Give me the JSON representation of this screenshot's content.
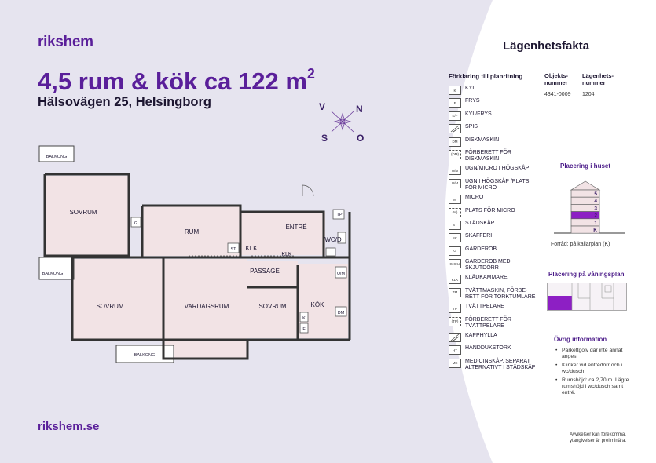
{
  "brand": {
    "logo": "rikshem",
    "website": "rikshem.se"
  },
  "header": {
    "title": "4,5 rum & kök ca 122 m",
    "title_sup": "2",
    "address": "Hälsovägen 25, Helsingborg"
  },
  "compass": {
    "north": "N",
    "south": "S",
    "east": "O",
    "west": "V"
  },
  "floorplan": {
    "rooms": {
      "balkong_top": "BALKONG",
      "sovrum_nw": "SOVRUM",
      "g_nw": "G",
      "rum": "RUM",
      "entre": "ENTRÉ",
      "tp": "TP",
      "wcd": "WC/D",
      "st": "ST",
      "klk_1": "KLK",
      "klk_2": "KLK",
      "um": "U/M",
      "passage": "PASSAGE",
      "balkong_mid": "BALKONG",
      "sovrum_sw": "SOVRUM",
      "vardagsrum": "VARDAGSRUM",
      "sovrum_s": "SOVRUM",
      "kok": "KÖK",
      "k": "K",
      "f": "F",
      "dm": "DM",
      "balkong_bottom": "BALKONG"
    }
  },
  "facts": {
    "title": "Lägenhetsfakta",
    "legend_title": "Förklaring till planritning",
    "legend": [
      {
        "code": "K",
        "label": "KYL",
        "dashed": false
      },
      {
        "code": "F",
        "label": "FRYS",
        "dashed": false
      },
      {
        "code": "K/F",
        "label": "KYL/FRYS",
        "dashed": false
      },
      {
        "code": "",
        "label": "SPIS",
        "dashed": false
      },
      {
        "code": "DM",
        "label": "DISKMASKIN",
        "dashed": false
      },
      {
        "code": "(DM)",
        "label": "FÖRBERETT FÖR DISKMASKIN",
        "dashed": true
      },
      {
        "code": "U/M",
        "label": "UGN/MICRO I HÖGSKÅP",
        "dashed": false
      },
      {
        "code": "U/M",
        "label": "UGN I HÖGSKÅP /PLATS FÖR MICRO",
        "dashed": false
      },
      {
        "code": "M",
        "label": "MICRO",
        "dashed": false
      },
      {
        "code": "(M)",
        "label": "PLATS FÖR MICRO",
        "dashed": true
      },
      {
        "code": "ST",
        "label": "STÄDSKÅP",
        "dashed": false
      },
      {
        "code": "SK",
        "label": "SKAFFERI",
        "dashed": false
      },
      {
        "code": "G",
        "label": "GARDEROB",
        "dashed": false
      },
      {
        "code": "G-SKJ",
        "label": "GARDEROB MED SKJUTDÖRR",
        "dashed": false
      },
      {
        "code": "KLK",
        "label": "KLÄDKAMMARE",
        "dashed": false
      },
      {
        "code": "TM",
        "label": "TVÄTTMASKIN, FÖRBE-RETT FÖR TORKTUMLARE",
        "dashed": false
      },
      {
        "code": "TP",
        "label": "TVÄTTPELARE",
        "dashed": false
      },
      {
        "code": "(TP)",
        "label": "FÖRBERETT FÖR TVÄTTPELARE",
        "dashed": true
      },
      {
        "code": "",
        "label": "KAPPHYLLA",
        "dashed": false
      },
      {
        "code": "HT",
        "label": "HANDDUKSTORK",
        "dashed": false
      },
      {
        "code": "ME",
        "label": "MEDICINSKÅP, SEPARAT ALTERNATIVT I STÄDSKÅP",
        "dashed": false
      }
    ],
    "object_number_label": "Objekts-nummer",
    "object_number": "4341-0009",
    "apartment_number_label": "Lägenhets-nummer",
    "apartment_number": "1204",
    "placement_house_title": "Placering i huset",
    "floors": [
      "5",
      "4",
      "3",
      "2",
      "1",
      "K"
    ],
    "highlighted_floor": "2",
    "storage_note": "Förråd: på källarplan (K)",
    "placement_floor_title": "Placering på våningsplan",
    "other_info_title": "Övrig information",
    "other_info": [
      "Parkettgolv där inte annat anges.",
      "Klinker vid entrédörr och i wc/dusch.",
      "Rumshöjd: ca 2,70 m. Lägre rumshöjd i wc/dusch samt entré."
    ],
    "disclaimer": "Avvikelser kan förekomma, ytangivelser är preliminära."
  },
  "colors": {
    "brand": "#5a1f9a",
    "accent": "#8d1fc4",
    "room_fill": "#f2e3e5",
    "background": "#e6e4ef"
  }
}
